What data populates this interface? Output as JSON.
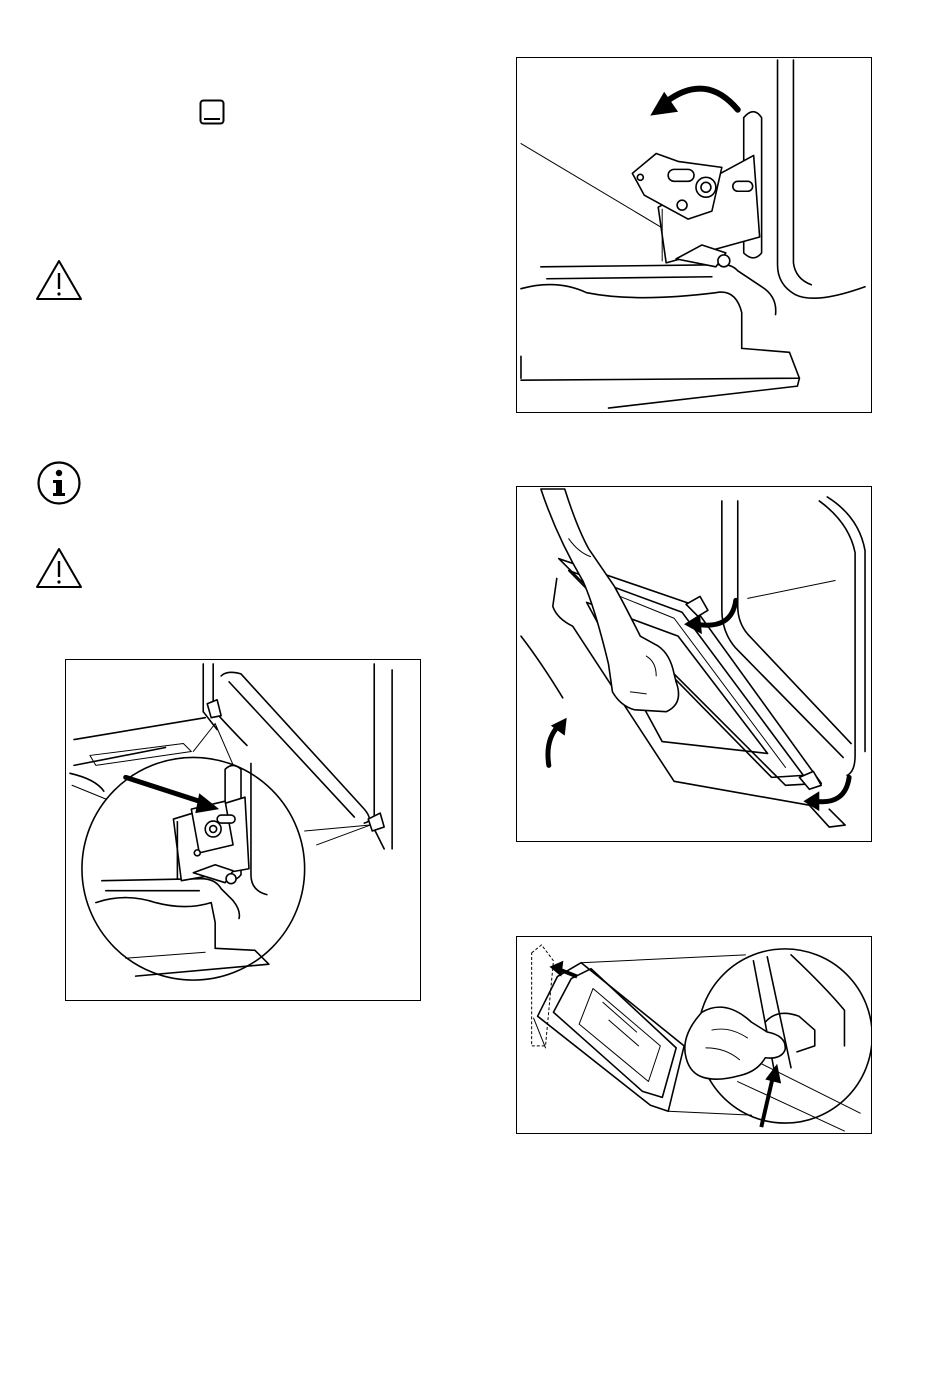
{
  "page": {
    "background": "#ffffff",
    "ink": "#000000"
  },
  "icons": {
    "oven_function": "oven-function-square-icon",
    "warning_1": "warning-triangle-icon",
    "info": "info-circle-icon",
    "warning_2": "warning-triangle-icon"
  },
  "figures": [
    {
      "id": "hinge-lever-lock",
      "icon": "hinge-lever-illustration"
    },
    {
      "id": "hinge-lever-rotate",
      "icon": "hinge-rotate-illustration"
    },
    {
      "id": "door-lift-off",
      "icon": "door-removal-illustration"
    },
    {
      "id": "glass-panel-removal",
      "icon": "glass-panel-illustration"
    }
  ]
}
